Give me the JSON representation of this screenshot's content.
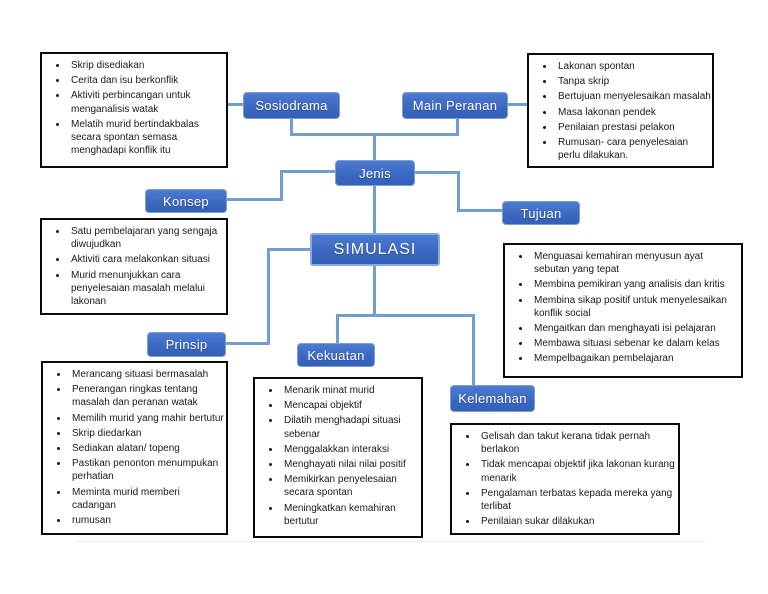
{
  "colors": {
    "node_fill": "#3c68c2",
    "node_fill_light": "#4d7bd0",
    "node_border": "#7aa0dc",
    "connector": "#6d9ed4",
    "box_border": "#0a0a0a",
    "background": "#ffffff",
    "text": "#1a1a1a",
    "node_text": "#ffffff"
  },
  "nodes": {
    "sosiodrama": {
      "label": "Sosiodrama"
    },
    "main_peranan": {
      "label": "Main Peranan"
    },
    "jenis": {
      "label": "Jenis"
    },
    "konsep": {
      "label": "Konsep"
    },
    "tujuan": {
      "label": "Tujuan"
    },
    "simulasi": {
      "label": "SIMULASI"
    },
    "prinsip": {
      "label": "Prinsip"
    },
    "kekuatan": {
      "label": "Kekuatan"
    },
    "kelemahan": {
      "label": "Kelemahan"
    }
  },
  "boxes": {
    "sosiodrama_details": {
      "items": [
        "Skrip disediakan",
        "Cerita dan isu berkonflik",
        "Aktiviti perbincangan untuk menganalisis watak",
        "Melatih murid bertindakbalas secara spontan semasa menghadapi konflik itu"
      ]
    },
    "main_peranan_details": {
      "items": [
        "Lakonan spontan",
        "Tanpa skrip",
        "Bertujuan menyelesaikan masalah",
        "Masa lakonan pendek",
        "Penilaian prestasi pelakon",
        "Rumusan- cara penyelesaian perlu dilakukan."
      ]
    },
    "konsep_details": {
      "items": [
        "Satu pembelajaran yang sengaja diwujudkan",
        "Aktiviti cara melakonkan situasi",
        "Murid menunjukkan cara penyelesaian masalah melalui lakonan"
      ]
    },
    "tujuan_details": {
      "items": [
        "Menguasai kemahiran menyusun ayat sebutan yang tepat",
        "Membina pemikiran yang analisis dan kritis",
        "Membina sikap positif untuk menyelesaikan konflik social",
        "Mengaitkan dan menghayati isi pelajaran",
        "Membawa situasi sebenar ke dalam kelas",
        "Mempelbagaikan pembelajaran"
      ]
    },
    "prinsip_details": {
      "items": [
        "Merancang situasi bermasalah",
        "Penerangan ringkas tentang masalah dan peranan watak",
        "Memilih murid yang mahir bertutur",
        "Skrip diedarkan",
        "Sediakan alatan/ topeng",
        "Pastikan penonton menumpukan perhatian",
        "Meminta murid memberi cadangan",
        "rumusan"
      ]
    },
    "kekuatan_details": {
      "items": [
        "Menarik minat murid",
        "Mencapai objektif",
        "Dilatih menghadapi situasi sebenar",
        "Menggalakkan interaksi",
        "Menghayati nilai nilai positif",
        "Memikirkan penyelesaian secara spontan",
        "Meningkatkan kemahiran bertutur"
      ]
    },
    "kelemahan_details": {
      "items": [
        "Gelisah dan takut kerana tidak pernah berlakon",
        "Tidak mencapai objektif jika lakonan kurang menarik",
        "Pengalaman terbatas kepada mereka yang terlibat",
        "Penilaian sukar dilakukan"
      ]
    }
  }
}
